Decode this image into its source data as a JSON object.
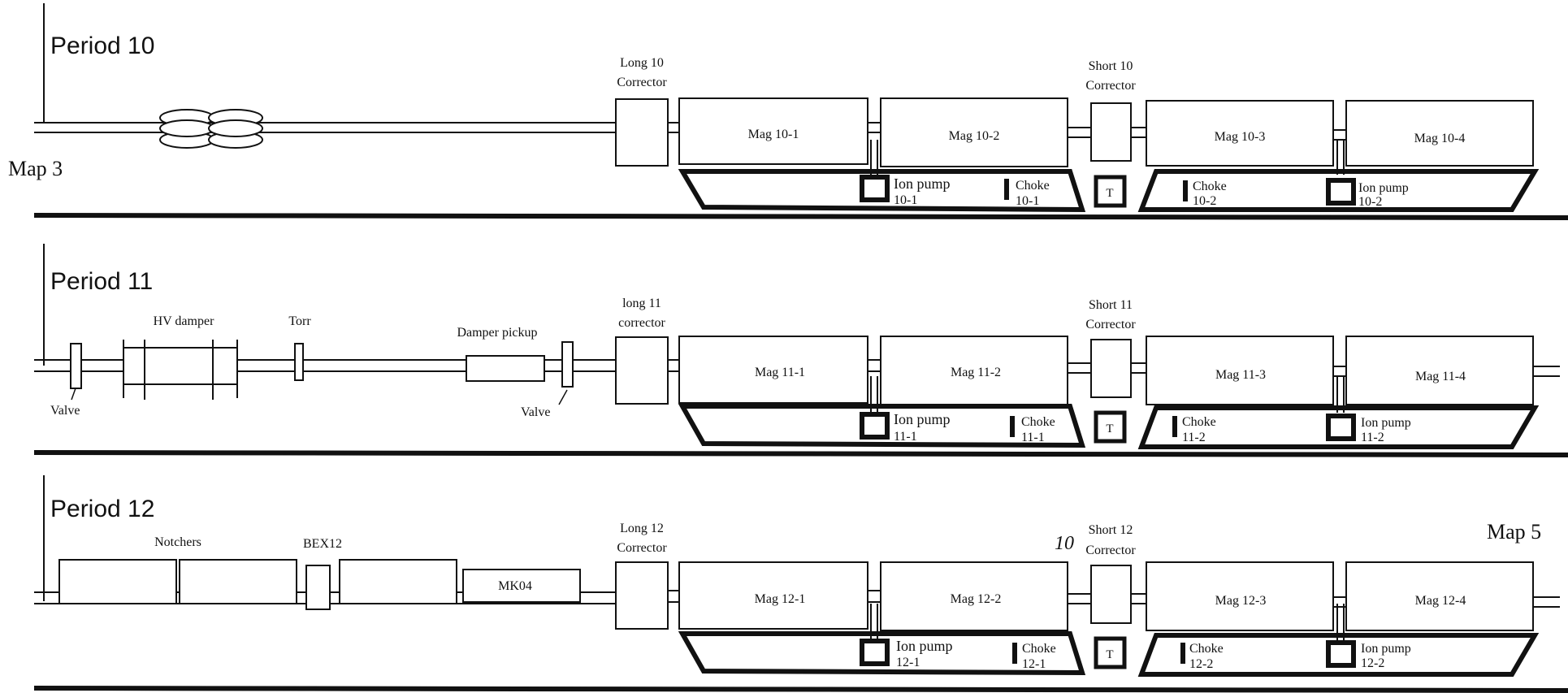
{
  "map_left": "Map 3",
  "map_right": "Map 5",
  "handwritten_mark": "10",
  "periods": [
    {
      "title": "Period 10",
      "long_corrector": [
        "Long 10",
        "Corrector"
      ],
      "short_corrector": [
        "Short 10",
        "Corrector"
      ],
      "magnets": [
        "Mag 10-1",
        "Mag 10-2",
        "Mag 10-3",
        "Mag 10-4"
      ],
      "ion_pumps": [
        [
          "Ion pump",
          "10-1"
        ],
        [
          "Ion pump",
          "10-2"
        ]
      ],
      "chokes": [
        [
          "Choke",
          "10-1"
        ],
        [
          "Choke",
          "10-2"
        ]
      ],
      "t_label": "T",
      "upstream": []
    },
    {
      "title": "Period 11",
      "long_corrector": [
        "long 11",
        "corrector"
      ],
      "short_corrector": [
        "Short 11",
        "Corrector"
      ],
      "magnets": [
        "Mag 11-1",
        "Mag 11-2",
        "Mag 11-3",
        "Mag 11-4"
      ],
      "ion_pumps": [
        [
          "Ion pump",
          "11-1"
        ],
        [
          "Ion pump",
          "11-2"
        ]
      ],
      "chokes": [
        [
          "Choke",
          "11-1"
        ],
        [
          "Choke",
          "11-2"
        ]
      ],
      "t_label": "T",
      "upstream": [
        "Valve",
        "HV damper",
        "Torr",
        "Damper pickup",
        "Valve"
      ]
    },
    {
      "title": "Period 12",
      "long_corrector": [
        "Long 12",
        "Corrector"
      ],
      "short_corrector": [
        "Short 12",
        "Corrector"
      ],
      "magnets": [
        "Mag 12-1",
        "Mag 12-2",
        "Mag 12-3",
        "Mag 12-4"
      ],
      "ion_pumps": [
        [
          "Ion pump",
          "12-1"
        ],
        [
          "Ion pump",
          "12-2"
        ]
      ],
      "chokes": [
        [
          "Choke",
          "12-1"
        ],
        [
          "Choke",
          "12-2"
        ]
      ],
      "t_label": "T",
      "upstream": [
        "Notchers",
        "BEX12",
        "MK04"
      ]
    }
  ]
}
